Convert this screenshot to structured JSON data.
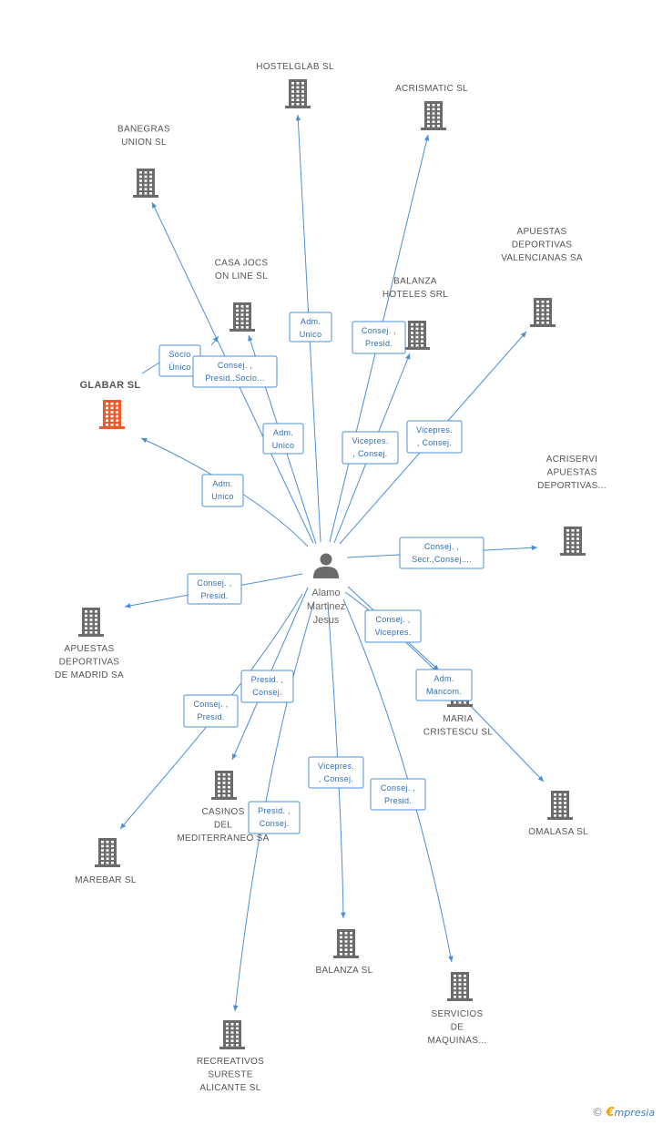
{
  "center": {
    "name_lines": [
      "Alamo",
      "Martinez",
      "Jesus"
    ]
  },
  "companies": [
    {
      "id": "hostelglab",
      "lines": [
        "HOSTELGLAB SL"
      ]
    },
    {
      "id": "acrismatic",
      "lines": [
        "ACRISMATIC SL"
      ]
    },
    {
      "id": "banegras",
      "lines": [
        "BANEGRAS",
        "UNION SL"
      ]
    },
    {
      "id": "casajocs",
      "lines": [
        "CASA JOCS",
        "ON LINE SL"
      ]
    },
    {
      "id": "balanzahoteles",
      "lines": [
        "BALANZA",
        "HOTELES SRL"
      ]
    },
    {
      "id": "apuestasvalencianas",
      "lines": [
        "APUESTAS",
        "DEPORTIVAS",
        "VALENCIANAS SA"
      ]
    },
    {
      "id": "glabar",
      "lines": [
        "GLABAR SL"
      ],
      "highlight": true
    },
    {
      "id": "acriservi",
      "lines": [
        "ACRISERVI",
        "APUESTAS",
        "DEPORTIVAS..."
      ]
    },
    {
      "id": "apuestasmadrid",
      "lines": [
        "APUESTAS",
        "DEPORTIVAS",
        "DE MADRID SA"
      ]
    },
    {
      "id": "mariacristescu",
      "lines": [
        "MARIA",
        "CRISTESCU SL"
      ]
    },
    {
      "id": "omalasa",
      "lines": [
        "OMALASA SL"
      ]
    },
    {
      "id": "casinos",
      "lines": [
        "CASINOS",
        "DEL",
        "MEDITERRANEO SA"
      ]
    },
    {
      "id": "marebar",
      "lines": [
        "MAREBAR SL"
      ]
    },
    {
      "id": "balanzasl",
      "lines": [
        "BALANZA SL"
      ]
    },
    {
      "id": "servicios",
      "lines": [
        "SERVICIOS",
        "DE",
        "MAQUINAS..."
      ]
    },
    {
      "id": "recreativos",
      "lines": [
        "RECREATIVOS",
        "SURESTE",
        "ALICANTE SL"
      ]
    }
  ],
  "roles": [
    {
      "id": "r-hostelglab",
      "lines": [
        "Adm.",
        "Unico"
      ]
    },
    {
      "id": "r-acrismatic",
      "lines": [
        "Consej. ,",
        "Presid."
      ]
    },
    {
      "id": "r-banegras",
      "lines": [
        "Adm.",
        "Unico"
      ]
    },
    {
      "id": "r-casajocs-socio",
      "lines": [
        "Socio",
        "Único"
      ]
    },
    {
      "id": "r-casajocs-consej",
      "lines": [
        "Consej. ,",
        "Presid.,Socio..."
      ]
    },
    {
      "id": "r-balanzahoteles",
      "lines": [
        "Vicepres.",
        ", Consej."
      ]
    },
    {
      "id": "r-valencianas",
      "lines": [
        "Vicepres.",
        ", Consej."
      ]
    },
    {
      "id": "r-glabar",
      "lines": [
        "Adm.",
        "Unico"
      ]
    },
    {
      "id": "r-acriservi",
      "lines": [
        "Consej. ,",
        "Secr.,Consej...."
      ]
    },
    {
      "id": "r-madrid",
      "lines": [
        "Consej. ,",
        "Presid."
      ]
    },
    {
      "id": "r-maria-consej",
      "lines": [
        "Consej. ,",
        "Vicepres."
      ]
    },
    {
      "id": "r-maria-adm",
      "lines": [
        "Adm.",
        "Mancom."
      ]
    },
    {
      "id": "r-casinos",
      "lines": [
        "Presid. ,",
        "Consej."
      ]
    },
    {
      "id": "r-marebar",
      "lines": [
        "Consej. ,",
        "Presid."
      ]
    },
    {
      "id": "r-balanzasl",
      "lines": [
        "Vicepres.",
        ", Consej."
      ]
    },
    {
      "id": "r-servicios",
      "lines": [
        "Consej. ,",
        "Presid."
      ]
    },
    {
      "id": "r-recreativos",
      "lines": [
        "Presid. ,",
        "Consej."
      ]
    }
  ],
  "footer": {
    "copyright": "©",
    "brand_initial": "€",
    "brand_rest": "mpresia"
  },
  "colors": {
    "edge": "#4a8fd6",
    "building": "#6b6b6b",
    "highlight_building": "#f05a28",
    "role_text": "#2f6eb5"
  },
  "icons": {
    "company": "building-icon",
    "person": "person-icon"
  }
}
